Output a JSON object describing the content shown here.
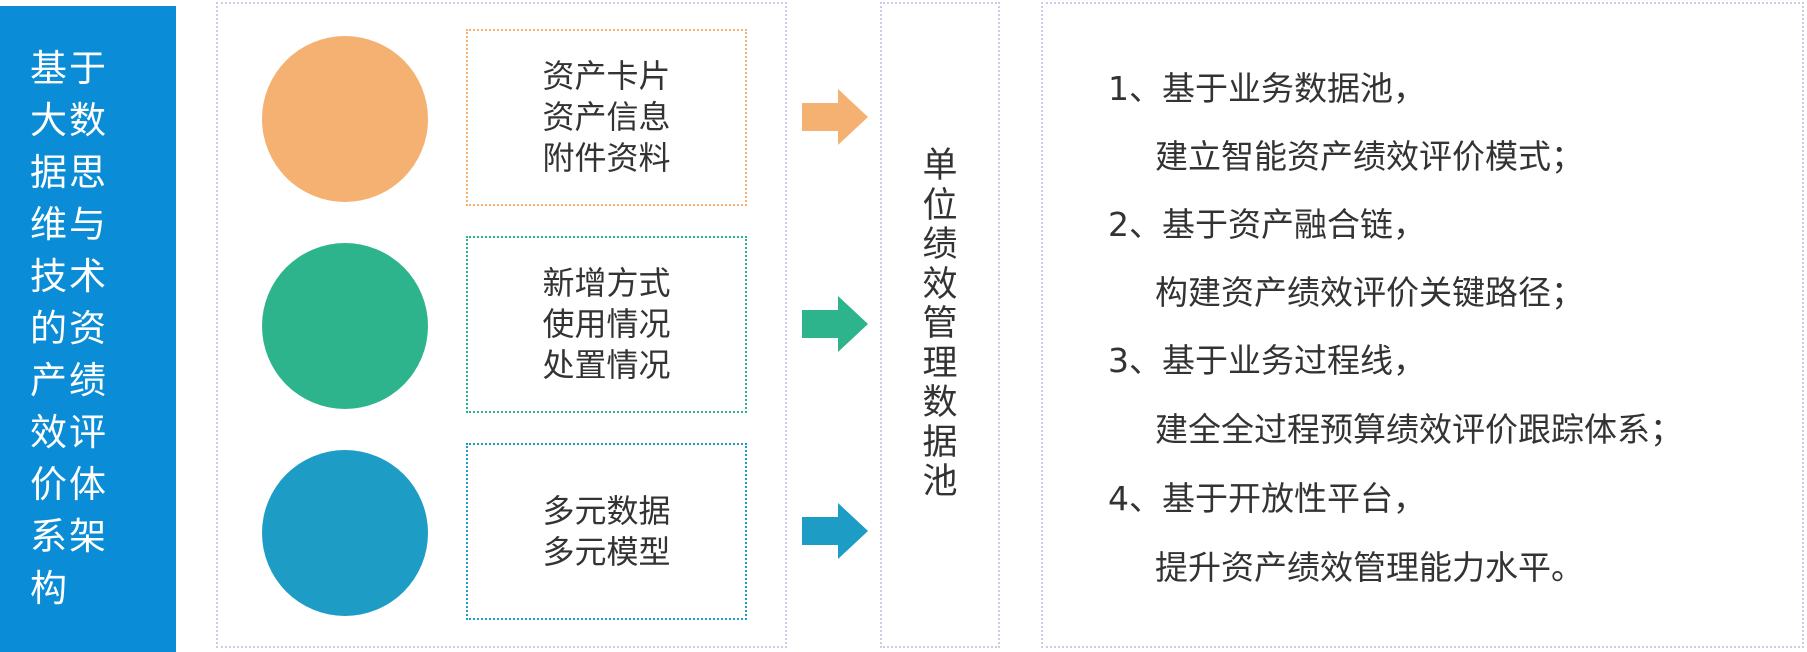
{
  "left_title": "基于大数据思维与技术的资产绩效评价体系架构",
  "groups": [
    {
      "lines": [
        "资产卡片",
        "资产信息",
        "附件资料"
      ],
      "color": "#f5b172"
    },
    {
      "lines": [
        "新增方式",
        "使用情况",
        "处置情况"
      ],
      "color": "#2db48c"
    },
    {
      "lines": [
        "多元数据",
        "多元模型"
      ],
      "color": "#1d9cc6"
    }
  ],
  "middle_title": "单位绩效管理数据池",
  "points": [
    {
      "head": "1、基于业务数据池，",
      "sub": "建立智能资产绩效评价模式；"
    },
    {
      "head": "2、基于资产融合链，",
      "sub": "构建资产绩效评价关键路径；"
    },
    {
      "head": "3、基于业务过程线，",
      "sub": "建全全过程预算绩效评价跟踪体系；"
    },
    {
      "head": "4、基于开放性平台，",
      "sub": "提升资产绩效管理能力水平。"
    }
  ],
  "colors": {
    "panel_blue": "#0a8cd6",
    "frame_border": "#c9cde8"
  }
}
